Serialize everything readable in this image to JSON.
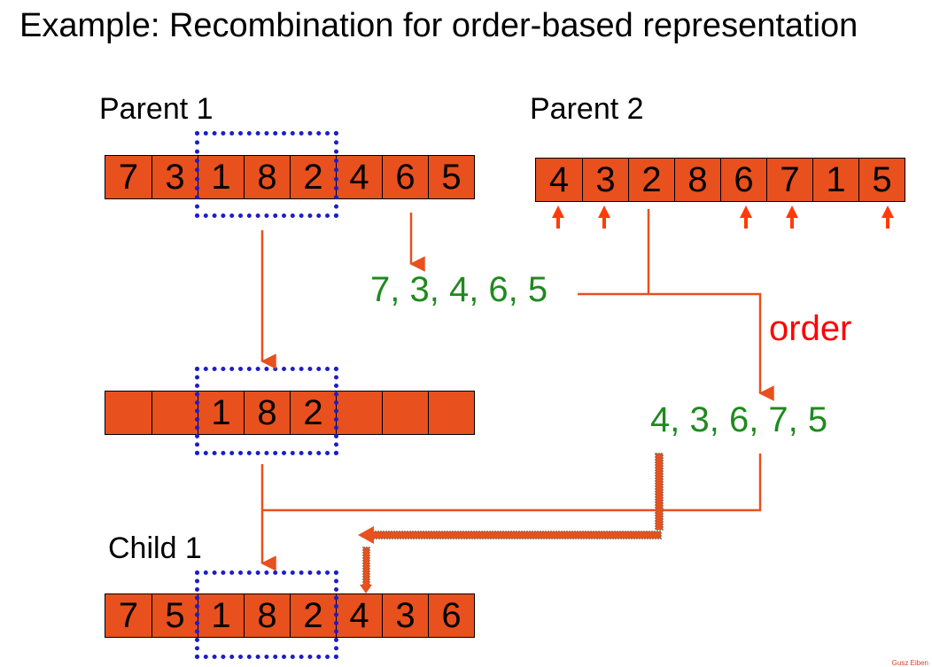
{
  "title": "Example: Recombination for order-based representation",
  "parent1": {
    "label": "Parent 1",
    "genes": [
      "7",
      "3",
      "1",
      "8",
      "2",
      "4",
      "6",
      "5"
    ]
  },
  "parent2": {
    "label": "Parent 2",
    "genes": [
      "4",
      "3",
      "2",
      "8",
      "6",
      "7",
      "1",
      "5"
    ]
  },
  "proto_child": {
    "genes": [
      "",
      "",
      "1",
      "8",
      "2",
      "",
      "",
      ""
    ]
  },
  "child1": {
    "label": "Child 1",
    "genes": [
      "7",
      "5",
      "1",
      "8",
      "2",
      "4",
      "3",
      "6"
    ]
  },
  "remaining_from_parent1": "7, 3, 4, 6, 5",
  "reordered_by_parent2": "4, 3, 6, 7, 5",
  "order_label": "order",
  "credit": "Gusz Eiben",
  "colors": {
    "gene": "#e8501e",
    "arrow": "#e8501e",
    "selection": "#1d1dc9",
    "green_text": "#1f8a1f",
    "order_text": "#ff0000"
  }
}
